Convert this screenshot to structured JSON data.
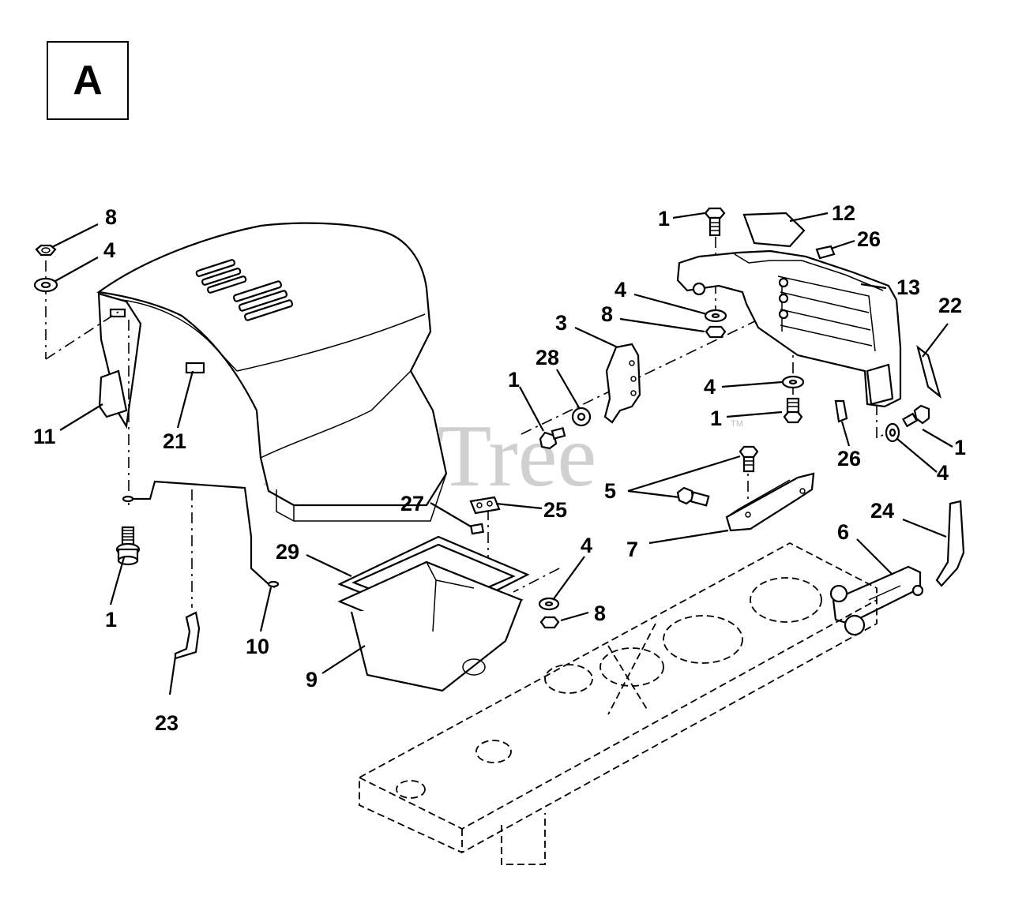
{
  "sheet_label": "A",
  "watermark": "PartsTree",
  "watermark_tm": "TM",
  "callouts": {
    "c8a": "8",
    "c4a": "4",
    "c11": "11",
    "c21": "21",
    "c1a": "1",
    "c10": "10",
    "c23": "23",
    "c1b": "1",
    "c12": "12",
    "c26a": "26",
    "c13": "13",
    "c4b": "4",
    "c8b": "8",
    "c3": "3",
    "c22": "22",
    "c28": "28",
    "c1c": "1",
    "c4c": "4",
    "c1d": "1",
    "c26b": "26",
    "c1e": "1",
    "c4d": "4",
    "c5": "5",
    "c27": "27",
    "c25": "25",
    "c7": "7",
    "c24": "24",
    "c6": "6",
    "c29": "29",
    "c4e": "4",
    "c8c": "8",
    "c9": "9"
  }
}
